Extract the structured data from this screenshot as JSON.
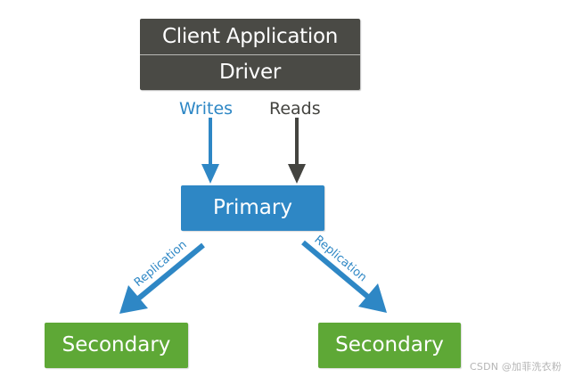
{
  "diagram": {
    "client": {
      "title": "Client Application",
      "subtitle": "Driver",
      "color": "#4a4a45"
    },
    "edges": {
      "writes": {
        "label": "Writes",
        "color": "#2e87c5"
      },
      "reads": {
        "label": "Reads",
        "color": "#444440"
      },
      "replication_left": {
        "label": "Replication",
        "color": "#2e87c5"
      },
      "replication_right": {
        "label": "Replication",
        "color": "#2e87c5"
      }
    },
    "nodes": {
      "primary": {
        "label": "Primary",
        "color": "#2e87c5"
      },
      "secondary_left": {
        "label": "Secondary",
        "color": "#5ea836"
      },
      "secondary_right": {
        "label": "Secondary",
        "color": "#5ea836"
      }
    }
  },
  "watermark": "CSDN @加菲洗衣粉"
}
